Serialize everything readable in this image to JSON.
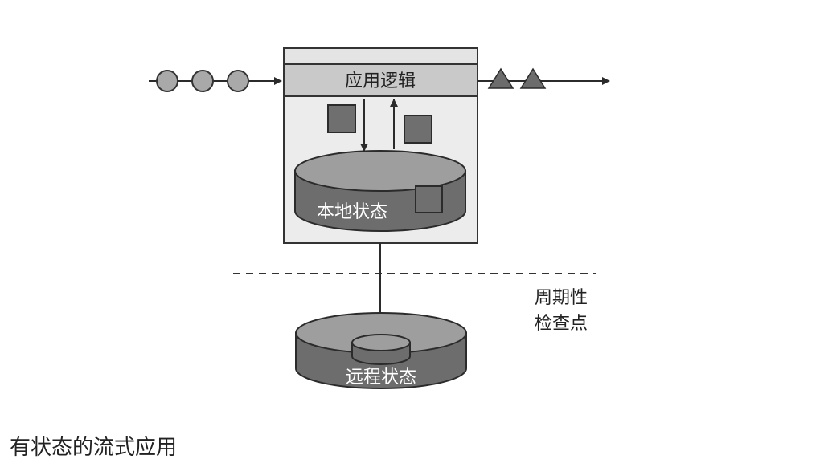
{
  "diagram": {
    "app_logic_label": "应用逻辑",
    "local_state_label": "本地状态",
    "remote_state_label": "远程状态",
    "checkpoint_label_line1": "周期性",
    "checkpoint_label_line2": "检查点"
  },
  "caption": "有状态的流式应用"
}
